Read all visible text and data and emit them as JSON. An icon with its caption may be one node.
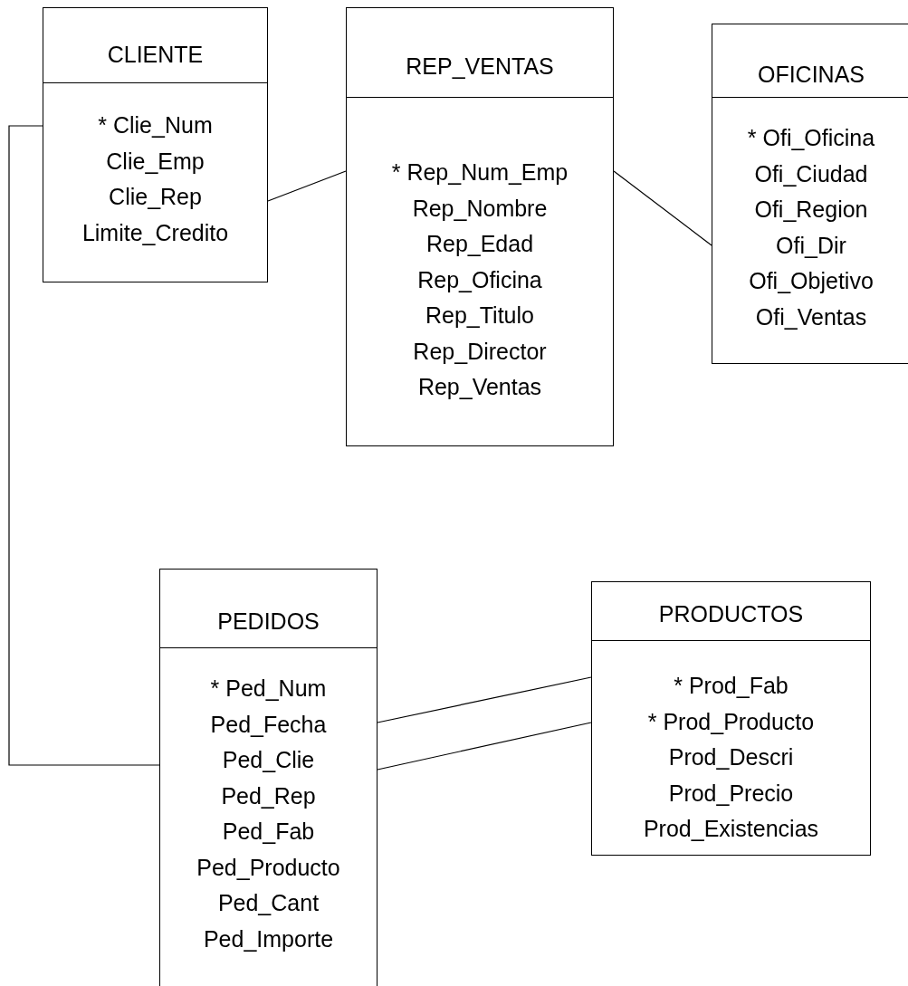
{
  "diagram": {
    "nodes": [
      {
        "text": [
          "CLIENTE",
          "* Clie_Num",
          "Clie_Emp",
          "Clie_Rep",
          "Limite_Credito"
        ]
      },
      {
        "text": [
          "REP_VENTAS",
          "* Rep_Num_Emp",
          "Rep_Nombre",
          "Rep_Edad",
          "Rep_Oficina",
          "Rep_Titulo",
          "Rep_Director",
          "Rep_Ventas"
        ]
      },
      {
        "text": [
          "OFICINAS",
          "* Ofi_Oficina",
          "Ofi_Ciudad",
          "Ofi_Region",
          "Ofi_Dir",
          "Ofi_Objetivo",
          "Ofi_Ventas"
        ]
      },
      {
        "text": [
          "PEDIDOS",
          "* Ped_Num",
          "Ped_Fecha",
          "Ped_Clie",
          "Ped_Rep",
          "Ped_Fab",
          "Ped_Producto",
          "Ped_Cant",
          "Ped_Importe"
        ]
      },
      {
        "text": [
          "PRODUCTOS",
          "* Prod_Fab",
          "* Prod_Producto",
          "Prod_Descri",
          "Prod_Precio",
          "Prod_Existencias"
        ]
      }
    ],
    "edges": [
      {
        "from": 0,
        "to": 1,
        "arrow": "none"
      },
      {
        "from": 1,
        "to": 2,
        "arrow": "none"
      },
      {
        "from": 0,
        "to": 3,
        "arrow": "none"
      },
      {
        "from": 3,
        "to": 4,
        "arrow": "none"
      },
      {
        "from": 3,
        "to": 4,
        "arrow": "none"
      }
    ]
  }
}
